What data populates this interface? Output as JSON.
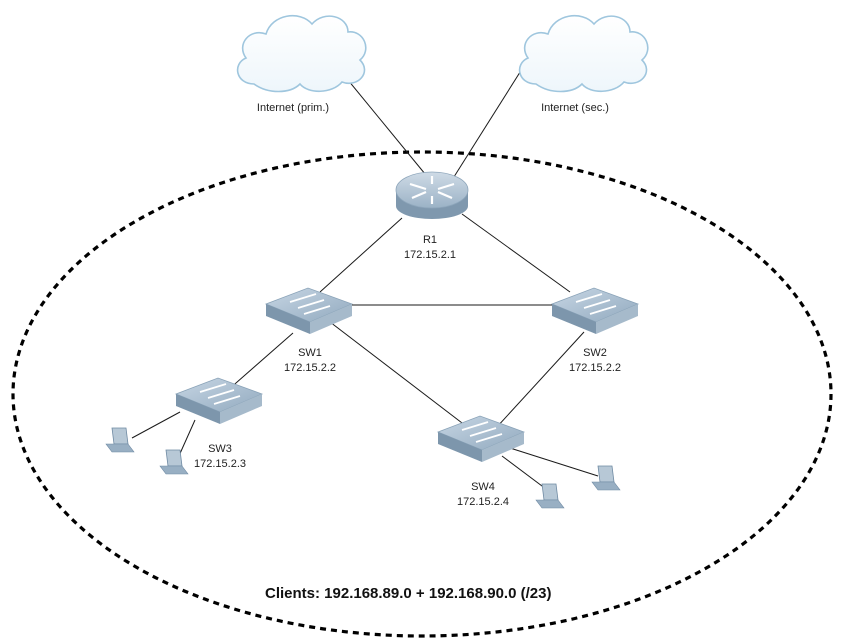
{
  "clouds": [
    {
      "id": "cloud-primary",
      "label": "Internet (prim.)"
    },
    {
      "id": "cloud-secondary",
      "label": "Internet (sec.)"
    }
  ],
  "router": {
    "name": "R1",
    "ip": "172.15.2.1"
  },
  "switches": [
    {
      "id": "sw1",
      "name": "SW1",
      "ip": "172.15.2.2"
    },
    {
      "id": "sw2",
      "name": "SW2",
      "ip": "172.15.2.2"
    },
    {
      "id": "sw3",
      "name": "SW3",
      "ip": "172.15.2.3"
    },
    {
      "id": "sw4",
      "name": "SW4",
      "ip": "172.15.2.4"
    }
  ],
  "clients_label": "Clients: 192.168.89.0 + 192.168.90.0 (/23)",
  "laptop_icon": "laptop-icon",
  "colors": {
    "device_fill": "#a9bfd2",
    "device_dark": "#6f8aa3",
    "link": "#1a1a1a",
    "cloud_stroke": "#9fc6de"
  }
}
